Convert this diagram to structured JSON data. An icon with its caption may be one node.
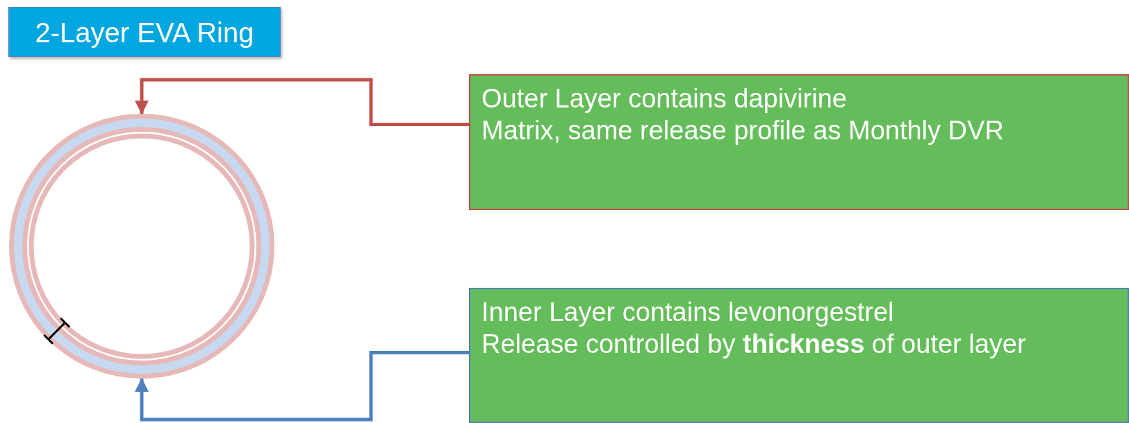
{
  "diagram": {
    "title": "2-Layer EVA Ring",
    "nodes": [
      {
        "text": [],
        "shape": "picture"
      },
      {
        "text": [
          "Outer Layer contains dapivirine",
          "Matrix, same release profile as Monthly DVR"
        ]
      },
      {
        "text": [
          "Inner Layer contains levonorgestrel",
          "Release controlled by **thickness** of outer layer"
        ]
      }
    ],
    "edges": [
      {
        "from": 1,
        "to": 0,
        "arrow": "to",
        "color": "#c0504d"
      },
      {
        "from": 2,
        "to": 0,
        "arrow": "to",
        "color": "#4f81bd"
      }
    ]
  }
}
